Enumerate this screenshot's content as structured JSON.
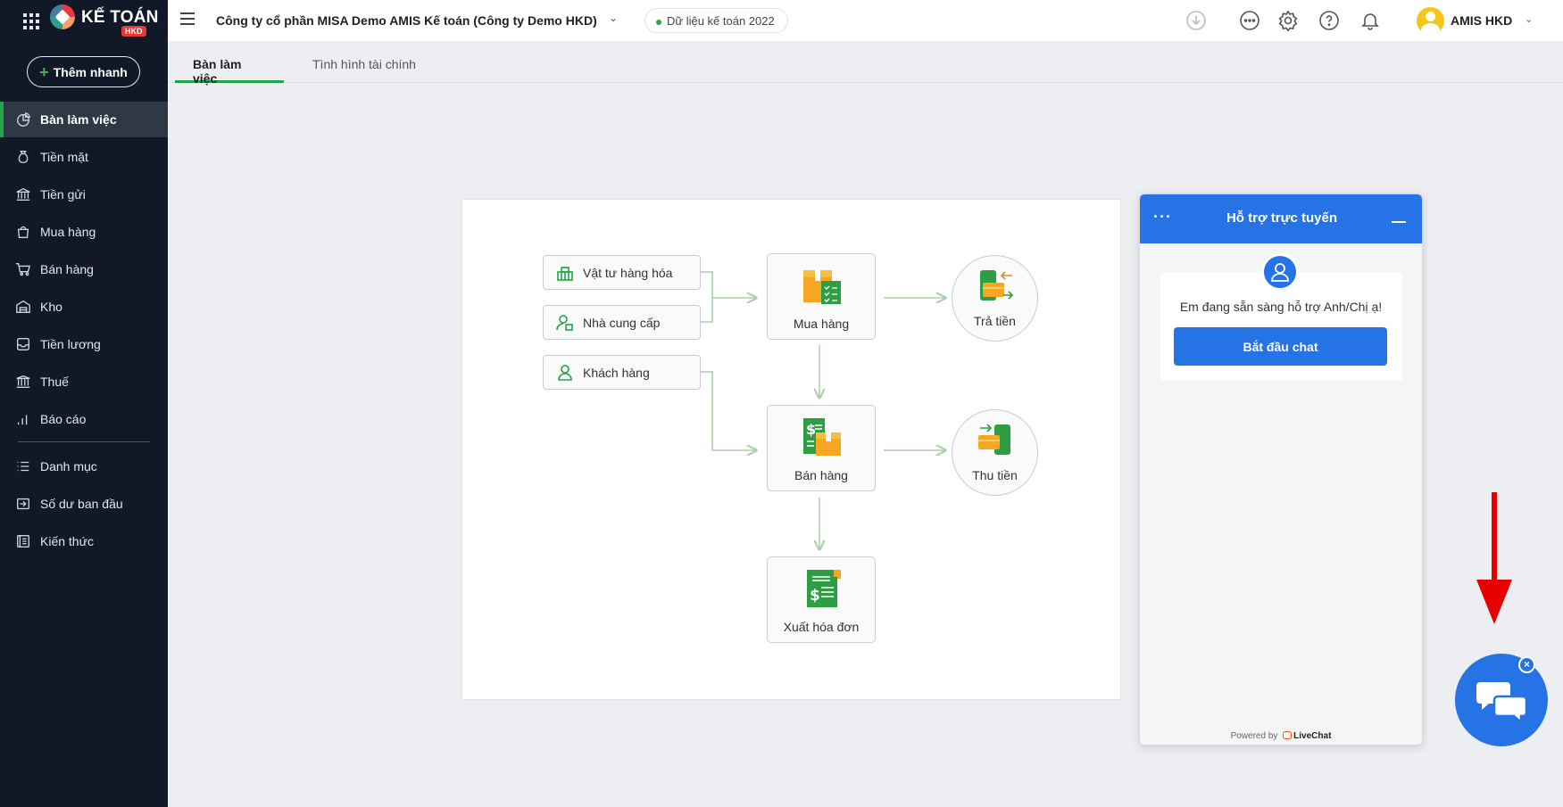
{
  "brand": {
    "name": "KẾ TOÁN",
    "tag": "HKD"
  },
  "sidebar": {
    "quick_add": "Thêm nhanh",
    "items": [
      {
        "label": "Bàn làm việc",
        "icon": "dashboard-icon"
      },
      {
        "label": "Tiền mặt",
        "icon": "money-bag-icon"
      },
      {
        "label": "Tiền gửi",
        "icon": "bank-icon"
      },
      {
        "label": "Mua hàng",
        "icon": "shopping-bag-icon"
      },
      {
        "label": "Bán hàng",
        "icon": "cart-icon"
      },
      {
        "label": "Kho",
        "icon": "warehouse-icon"
      },
      {
        "label": "Tiền lương",
        "icon": "payroll-icon"
      },
      {
        "label": "Thuế",
        "icon": "tax-icon"
      },
      {
        "label": "Báo cáo",
        "icon": "report-icon"
      },
      {
        "label": "Danh mục",
        "icon": "list-icon"
      },
      {
        "label": "Số dư ban đầu",
        "icon": "opening-balance-icon"
      },
      {
        "label": "Kiến thức",
        "icon": "knowledge-icon"
      }
    ]
  },
  "header": {
    "company": "Công ty cổ phần MISA Demo AMIS Kế toán (Công ty Demo HKD)",
    "data_year": "Dữ liệu kế toán 2022",
    "user_name": "AMIS HKD"
  },
  "tabs": [
    {
      "label": "Bàn làm việc"
    },
    {
      "label": "Tình hình tài chính"
    }
  ],
  "flow": {
    "lists": [
      {
        "label": "Vật tư hàng hóa"
      },
      {
        "label": "Nhà cung cấp"
      },
      {
        "label": "Khách hàng"
      }
    ],
    "processes": {
      "purchase": "Mua hàng",
      "sales": "Bán hàng",
      "invoice": "Xuất hóa đơn",
      "pay": "Trả tiền",
      "receive": "Thu tiền"
    }
  },
  "chat": {
    "title": "Hỗ trợ trực tuyến",
    "greeting": "Em đang sẵn sàng hỗ trợ Anh/Chị ạ!",
    "start_button": "Bắt đầu chat",
    "powered_by": "Powered by",
    "brand": "LiveChat"
  },
  "colors": {
    "sidebar_bg": "#111827",
    "accent_green": "#22a447",
    "chat_blue": "#2673e6",
    "arrow_red": "#e60000"
  }
}
